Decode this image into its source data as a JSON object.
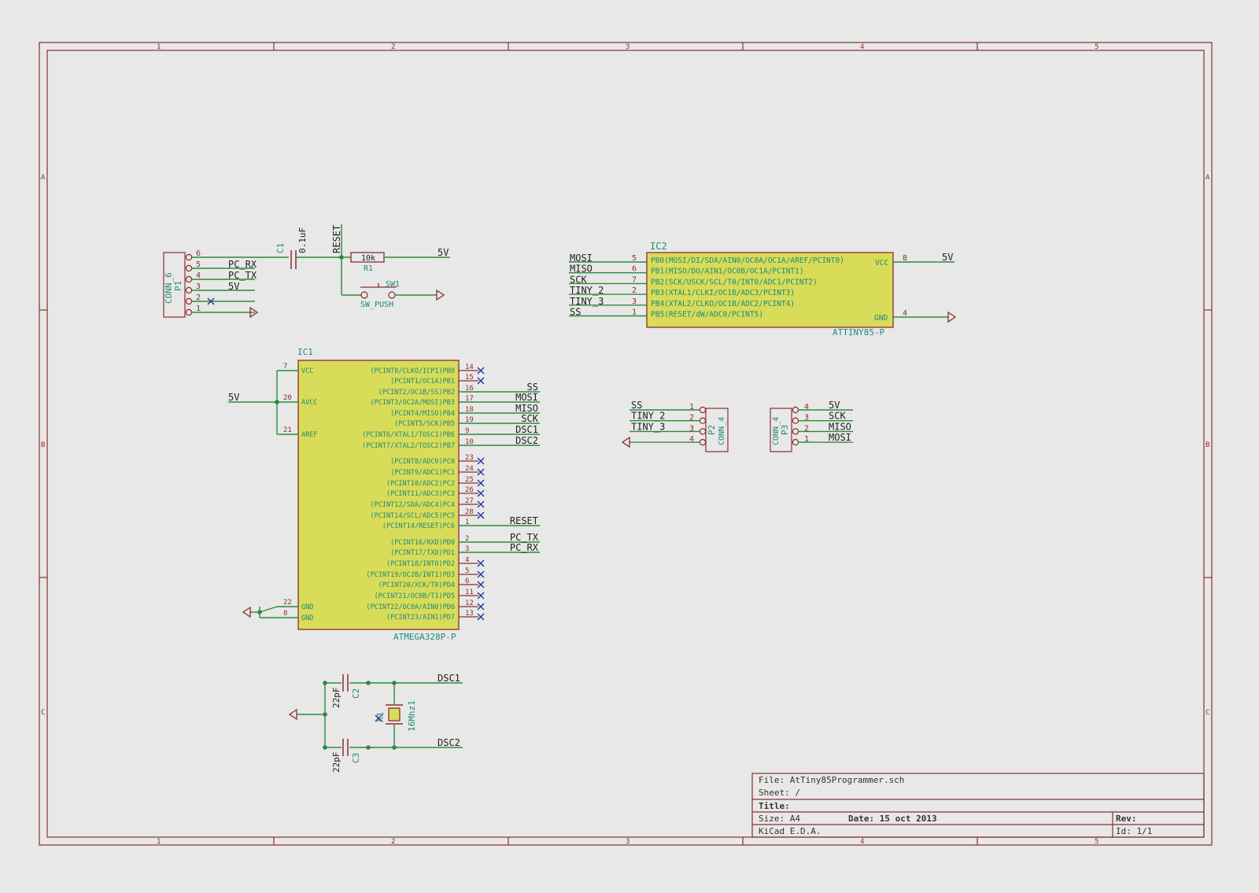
{
  "frame": {
    "columns": [
      "1",
      "2",
      "3",
      "4",
      "5"
    ],
    "rows": [
      "A",
      "B",
      "C"
    ]
  },
  "colors": {
    "background": "#e8e8e8",
    "frame": "#8a2e2e",
    "wire": "#2c8a3a",
    "chip_fill": "#d8dc58",
    "chip_border": "#8a2e2e",
    "text": "#1e1e1e",
    "pin_text": "#1f8a7a",
    "ref_text": "#1f8a7a",
    "noconnect": "#1e3a9a"
  },
  "p1": {
    "ref": "P1",
    "value": "CONN_6",
    "pins": [
      {
        "num": "6",
        "net": ""
      },
      {
        "num": "5",
        "net": "PC_RX"
      },
      {
        "num": "4",
        "net": "PC_TX"
      },
      {
        "num": "3",
        "net": "5V"
      },
      {
        "num": "2",
        "net": ""
      },
      {
        "num": "1",
        "net": ""
      }
    ]
  },
  "c1": {
    "ref": "C1",
    "value": "0.1uF"
  },
  "r1": {
    "ref": "R1",
    "value": "10k"
  },
  "sw1": {
    "ref": "SW1",
    "value": "SW_PUSH"
  },
  "reset_label": "RESET",
  "vcc_label": "5V",
  "ic2": {
    "ref": "IC2",
    "value": "ATTINY85-P",
    "left_pins": [
      {
        "net": "MOSI",
        "num": "5",
        "name": "PB0(MOSI/DI/SDA/AIN0/OC0A/OC1A/AREF/PCINT0)"
      },
      {
        "net": "MISO",
        "num": "6",
        "name": "PB1(MISO/DO/AIN1/OC0B/OC1A/PCINT1)"
      },
      {
        "net": "SCK",
        "num": "7",
        "name": "PB2(SCK/USCK/SCL/T0/INT0/ADC1/PCINT2)"
      },
      {
        "net": "TINY_2",
        "num": "2",
        "name": "PB3(XTAL1/CLKI/OC1B/ADC3/PCINT3)"
      },
      {
        "net": "TINY_3",
        "num": "3",
        "name": "PB4(XTAL2/CLKO/OC1B/ADC2/PCINT4)"
      },
      {
        "net": "SS",
        "num": "1",
        "name": "PB5(RESET/dW/ADC0/PCINT5)"
      }
    ],
    "right_pins": [
      {
        "name": "VCC",
        "num": "8",
        "net": "5V"
      },
      {
        "name": "GND",
        "num": "4",
        "net": ""
      }
    ]
  },
  "ic1": {
    "ref": "IC1",
    "value": "ATMEGA328P-P",
    "left_pins": [
      {
        "num": "7",
        "name": "VCC"
      },
      {
        "num": "20",
        "name": "AVCC"
      },
      {
        "num": "21",
        "name": "AREF"
      },
      {
        "num": "22",
        "name": "GND"
      },
      {
        "num": "8",
        "name": "GND"
      }
    ],
    "left_net": "5V",
    "right_pins": [
      {
        "name": "(PCINT0/CLKO/ICP1)PB0",
        "num": "14",
        "net": "",
        "nc": true
      },
      {
        "name": "(PCINT1/OC1A)PB1",
        "num": "15",
        "net": "",
        "nc": true
      },
      {
        "name": "(PCINT2/OC1B/SS)PB2",
        "num": "16",
        "net": "SS",
        "nc": false
      },
      {
        "name": "(PCINT3/OC2A/MOSI)PB3",
        "num": "17",
        "net": "MOSI",
        "nc": false
      },
      {
        "name": "(PCINT4/MISO)PB4",
        "num": "18",
        "net": "MISO",
        "nc": false
      },
      {
        "name": "(PCINT5/SCK)PB5",
        "num": "19",
        "net": "SCK",
        "nc": false
      },
      {
        "name": "(PCINT6/XTAL1/TOSC1)PB6",
        "num": "9",
        "net": "DSC1",
        "nc": false
      },
      {
        "name": "(PCINT7/XTAL2/TOSC2)PB7",
        "num": "10",
        "net": "DSC2",
        "nc": false
      },
      {
        "name": "(PCINT8/ADC0)PC0",
        "num": "23",
        "net": "",
        "nc": true
      },
      {
        "name": "(PCINT9/ADC1)PC1",
        "num": "24",
        "net": "",
        "nc": true
      },
      {
        "name": "(PCINT10/ADC2)PC2",
        "num": "25",
        "net": "",
        "nc": true
      },
      {
        "name": "(PCINT11/ADC3)PC3",
        "num": "26",
        "net": "",
        "nc": true
      },
      {
        "name": "(PCINT12/SDA/ADC4)PC4",
        "num": "27",
        "net": "",
        "nc": true
      },
      {
        "name": "(PCINT14/SCL/ADC5)PC5",
        "num": "28",
        "net": "",
        "nc": true
      },
      {
        "name": "(PCINT14/RESET)PC6",
        "num": "1",
        "net": "RESET",
        "nc": false
      },
      {
        "name": "(PCINT16/RXD)PD0",
        "num": "2",
        "net": "PC_TX",
        "nc": false
      },
      {
        "name": "(PCINT17/TXD)PD1",
        "num": "3",
        "net": "PC_RX",
        "nc": false
      },
      {
        "name": "(PCINT18/INT0)PD2",
        "num": "4",
        "net": "",
        "nc": true
      },
      {
        "name": "(PCINT19/OC2B/INT1)PD3",
        "num": "5",
        "net": "",
        "nc": true
      },
      {
        "name": "(PCINT20/XCK/T0)PD4",
        "num": "6",
        "net": "",
        "nc": true
      },
      {
        "name": "(PCINT21/OC0B/T1)PD5",
        "num": "11",
        "net": "",
        "nc": true
      },
      {
        "name": "(PCINT22/OC0A/AIN0)PD6",
        "num": "12",
        "net": "",
        "nc": true
      },
      {
        "name": "(PCINT23/AIN1)PD7",
        "num": "13",
        "net": "",
        "nc": true
      }
    ]
  },
  "p2": {
    "ref": "P2",
    "value": "CONN_4",
    "pins": [
      {
        "num": "1",
        "net": "SS"
      },
      {
        "num": "2",
        "net": "TINY_2"
      },
      {
        "num": "3",
        "net": "TINY_3"
      },
      {
        "num": "4",
        "net": ""
      }
    ]
  },
  "p3": {
    "ref": "P3",
    "value": "CONN_4",
    "pins": [
      {
        "num": "4",
        "net": "5V"
      },
      {
        "num": "3",
        "net": "SCK"
      },
      {
        "num": "2",
        "net": "MISO"
      },
      {
        "num": "1",
        "net": "MOSI"
      }
    ]
  },
  "osc": {
    "c2": {
      "ref": "C2",
      "value": "22pF"
    },
    "c3": {
      "ref": "C3",
      "value": "22pF"
    },
    "x1": {
      "ref": "X1",
      "value": "16Mhz1"
    },
    "net_top": "DSC1",
    "net_bottom": "DSC2"
  },
  "title_block": {
    "file": "File: AtTiny85Programmer.sch",
    "sheet": "Sheet: /",
    "title": "Title:",
    "size": "Size: A4",
    "date": "Date: 15 oct 2013",
    "rev": "Rev:",
    "tool": "KiCad E.D.A.",
    "id": "Id: 1/1"
  }
}
